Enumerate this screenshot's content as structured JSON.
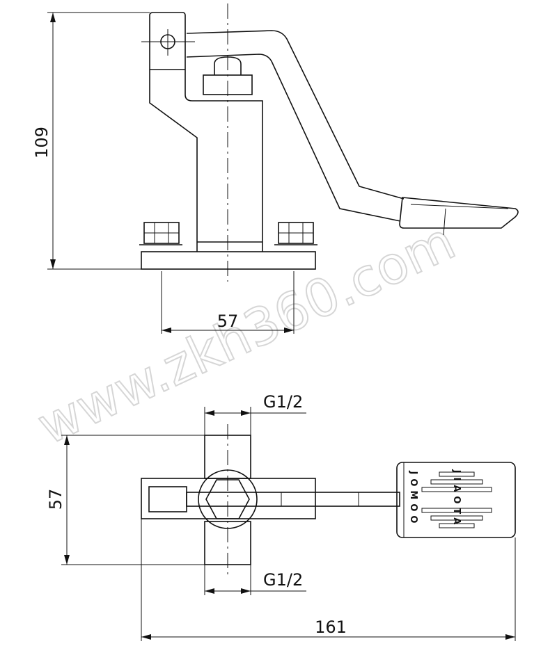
{
  "watermark": "www.zkh360.com",
  "side_view": {
    "height_dim": "109",
    "base_spacing_dim": "57"
  },
  "top_view": {
    "thread_top": "G1/2",
    "thread_bottom": "G1/2",
    "port_spacing_dim": "57",
    "overall_length_dim": "161"
  },
  "pedal": {
    "brand": "JOMOO",
    "label": "JIAOTA"
  }
}
